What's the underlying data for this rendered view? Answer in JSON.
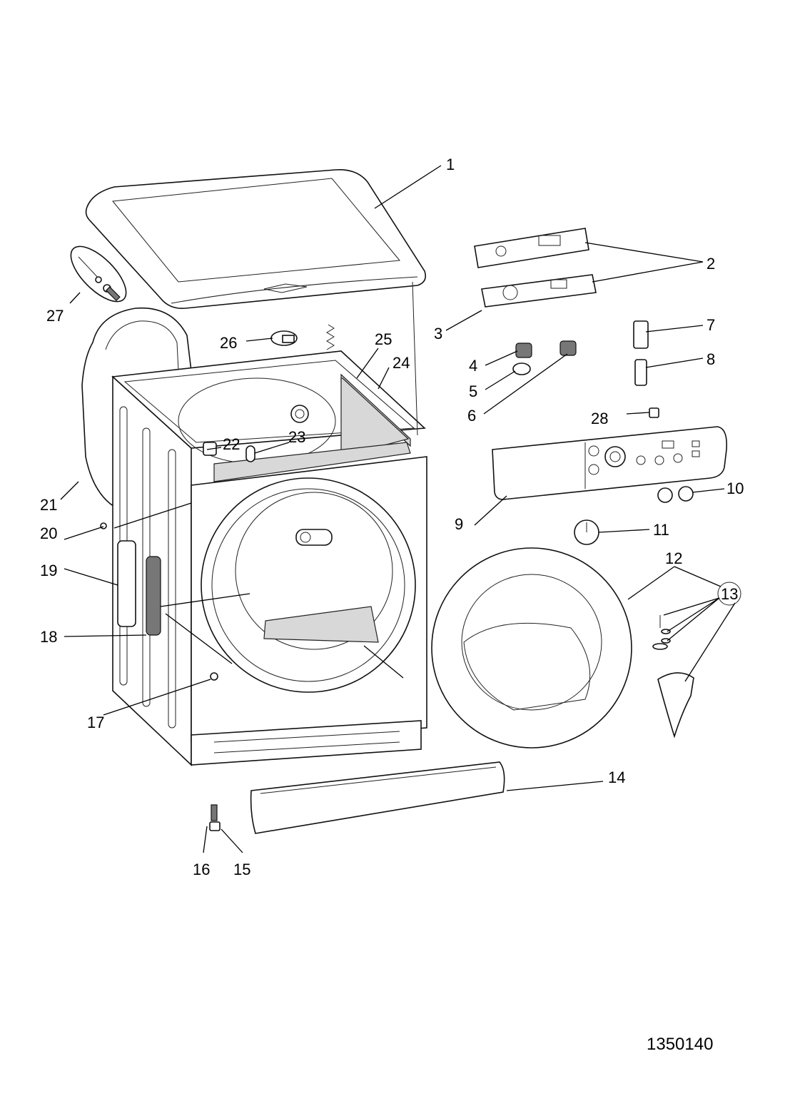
{
  "drawing_number": "1350140",
  "callouts": {
    "c1": "1",
    "c2": "2",
    "c3": "3",
    "c4": "4",
    "c5": "5",
    "c6": "6",
    "c7": "7",
    "c8": "8",
    "c9": "9",
    "c10": "10",
    "c11": "11",
    "c12": "12",
    "c13": "13",
    "c14": "14",
    "c15": "15",
    "c16": "16",
    "c17": "17",
    "c18": "18",
    "c19": "19",
    "c20": "20",
    "c21": "21",
    "c22": "22",
    "c23": "23",
    "c24": "24",
    "c25": "25",
    "c26": "26",
    "c27": "27",
    "c28": "28"
  }
}
